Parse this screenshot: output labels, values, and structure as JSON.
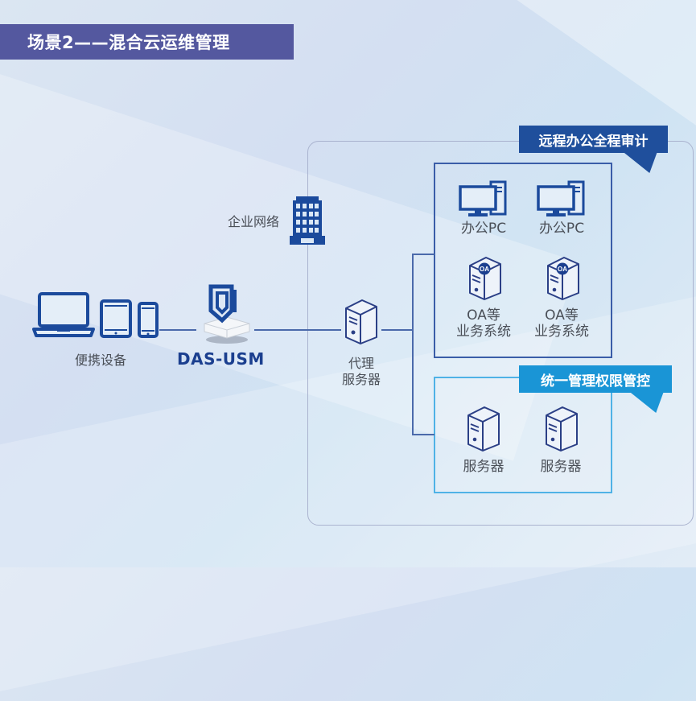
{
  "title": "场景2——混合云运维管理",
  "colors": {
    "title_banner": "#54589f",
    "callout_top": "#1f4f9c",
    "callout_bottom": "#1a95d6",
    "icon_blue": "#1b4a9c",
    "connector": "#4b6aab",
    "label_text": "#4a4f57"
  },
  "callouts": {
    "remote_audit": "远程办公全程审计",
    "unified_control": "统一管理权限管控"
  },
  "nodes": {
    "portable_devices": {
      "label": "便携设备",
      "icons": [
        "laptop-icon",
        "tablet-icon",
        "phone-icon"
      ]
    },
    "das_usm": {
      "label": "DAS-USM",
      "icon": "das-usm-appliance-icon"
    },
    "enterprise_network": {
      "label": "企业网络",
      "icon": "building-icon"
    },
    "proxy_server": {
      "label_line1": "代理",
      "label_line2": "服务器",
      "icon": "server-icon"
    },
    "office_pcs": [
      {
        "label": "办公PC",
        "icon": "desktop-pc-icon"
      },
      {
        "label": "办公PC",
        "icon": "desktop-pc-icon"
      }
    ],
    "oa_systems": [
      {
        "label_line1": "OA等",
        "label_line2": "业务系统",
        "icon": "oa-server-icon",
        "badge": "OA"
      },
      {
        "label_line1": "OA等",
        "label_line2": "业务系统",
        "icon": "oa-server-icon",
        "badge": "OA"
      }
    ],
    "servers": [
      {
        "label": "服务器",
        "icon": "server-icon"
      },
      {
        "label": "服务器",
        "icon": "server-icon"
      }
    ]
  }
}
